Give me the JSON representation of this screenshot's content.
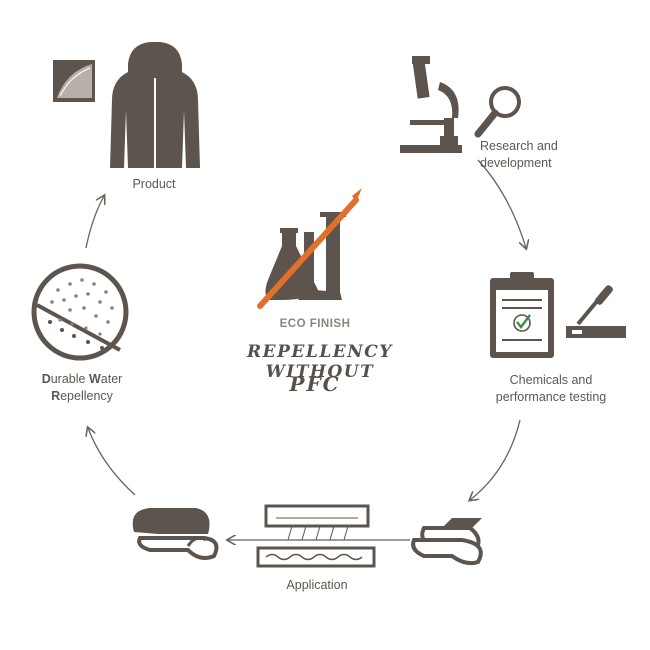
{
  "nodes": {
    "product": "Product",
    "research": [
      "Research and",
      "development"
    ],
    "chemicals": [
      "Chemicals and",
      "performance testing"
    ],
    "application": "Application",
    "dwr": {
      "line1_initial": "D",
      "line1_rest": "urable ",
      "line1_initial2": "W",
      "line1_rest2": "ater",
      "line2_initial": "R",
      "line2_rest": "epellency"
    }
  },
  "center": {
    "eco_finish": "ECO FINISH",
    "tagline_1": "REPELLENCY WITHOUT",
    "tagline_2": "PFC"
  },
  "colors": {
    "icon": "#5c544d",
    "accent_orange": "#e0702a",
    "text": "#5f5650",
    "eco_finish": "#8f847b"
  }
}
